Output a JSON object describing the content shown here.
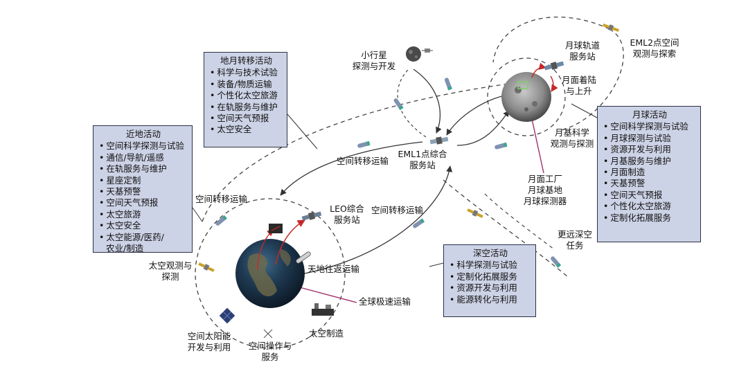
{
  "boxes": {
    "near_earth": {
      "title": "近地活动",
      "items": [
        "空间科学探测与试验",
        "通信/导航/遥感",
        "在轨服务与维护",
        "星座定制",
        "天基预警",
        "空间天气预报",
        "太空旅游",
        "太空安全",
        "太空能源/医药/",
        "农业/制造"
      ]
    },
    "cislunar": {
      "title": "地月转移活动",
      "items": [
        "科学与技术试验",
        "装备/物质运输",
        "个性化太空旅游",
        "在轨服务与维护",
        "空间天气预报",
        "太空安全"
      ]
    },
    "lunar": {
      "title": "月球活动",
      "items": [
        "空间科学探测与试验",
        "月球探测与试验",
        "资源开发与利用",
        "月基服务与维护",
        "月面制造",
        "天基预警",
        "空间天气预报",
        "个性化太空旅游",
        "定制化拓展服务"
      ]
    },
    "deep_space": {
      "title": "深空活动",
      "items": [
        "科学探测与试验",
        "定制化拓展服务",
        "资源开发与利用",
        "能源转化与利用"
      ]
    }
  },
  "labels": {
    "asteroid": [
      "小行星",
      "探测与开发"
    ],
    "lunar_orbit_station": [
      "月球轨道",
      "服务站"
    ],
    "eml2": [
      "EML2点空间",
      "观测与探索"
    ],
    "lunar_landing": [
      "月面着陆",
      "与上升"
    ],
    "lunar_science": [
      "月基科学",
      "观测与探测"
    ],
    "eml1": [
      "EML1点综合",
      "服务站"
    ],
    "transfer_top": "空间转移运输",
    "transfer_left": "空间转移运输",
    "transfer_mid": "空间转移运输",
    "lunar_factory": [
      "月面工厂",
      "月球基地",
      "月球探测器"
    ],
    "far_deep_space": [
      "更远深空",
      "任务"
    ],
    "leo_station": [
      "LEO综合",
      "服务站"
    ],
    "ground_space": "天地往返运输",
    "global_transport": "全球极速运输",
    "space_observation": [
      "太空观测与",
      "探测"
    ],
    "space_solar": [
      "空间太阳能",
      "开发与利用"
    ],
    "space_ops": [
      "空间操作与",
      "服务"
    ],
    "space_manufacturing": "太空制造"
  },
  "colors": {
    "box_fill": "#cdd3e6",
    "box_border": "#2b2f45",
    "pointer_line": "#a0306b",
    "arrow_red": "#c62828",
    "orbit_dash": "#444444"
  }
}
